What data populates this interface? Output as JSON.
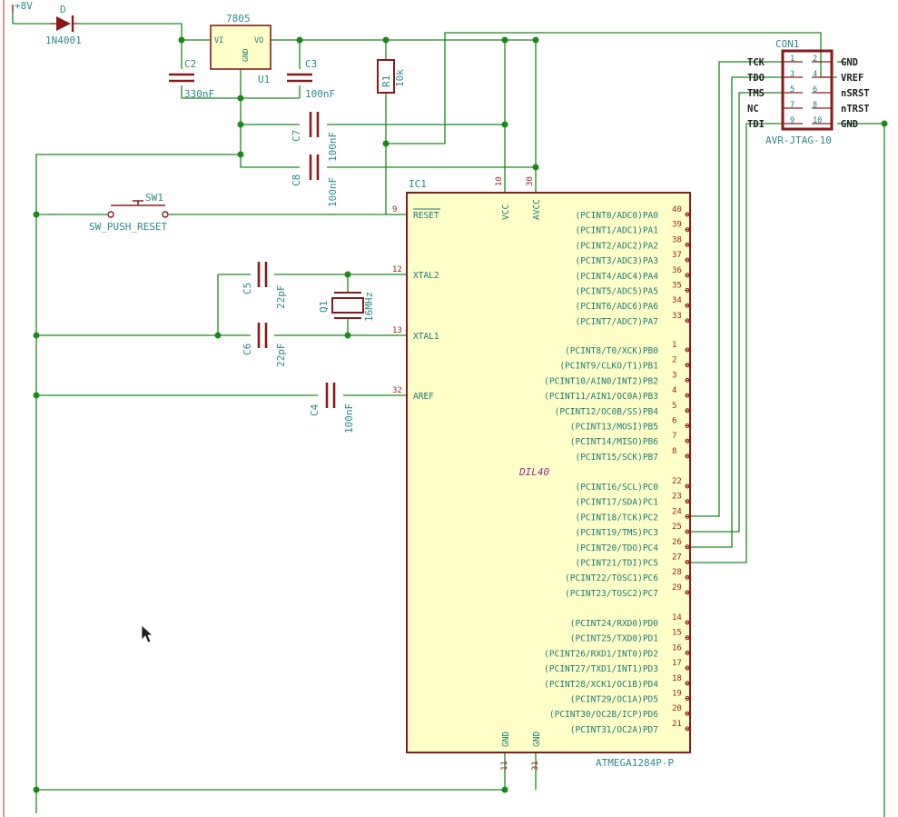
{
  "power": {
    "label": "+8V"
  },
  "diode": {
    "ref": "D",
    "value": "1N4001"
  },
  "regulator": {
    "ref": "U1",
    "value": "7805",
    "pin_vi": "VI",
    "pin_vo": "VO",
    "pin_gnd": "GND"
  },
  "caps": [
    {
      "ref": "C2",
      "value": "330nF"
    },
    {
      "ref": "C3",
      "value": "100nF"
    },
    {
      "ref": "C7",
      "value": "100nF"
    },
    {
      "ref": "C8",
      "value": "100nF"
    },
    {
      "ref": "C5",
      "value": "22pF"
    },
    {
      "ref": "C6",
      "value": "22pF"
    },
    {
      "ref": "C4",
      "value": "100nF"
    }
  ],
  "resistor": {
    "ref": "R1",
    "value": "10k"
  },
  "switch": {
    "ref": "SW1",
    "value": "SW_PUSH_RESET"
  },
  "crystal": {
    "ref": "Q1",
    "value": "16MHz"
  },
  "ic": {
    "ref": "IC1",
    "value": "ATMEGA1284P-P",
    "package": "DIL40",
    "top_pins": [
      {
        "num": "10",
        "name": "VCC"
      },
      {
        "num": "30",
        "name": "AVCC"
      }
    ],
    "bottom_pins": [
      {
        "num": "11",
        "name": "GND"
      },
      {
        "num": "31",
        "name": "GND"
      }
    ],
    "left_pins": [
      {
        "num": "9",
        "name": "RESET"
      },
      {
        "num": "12",
        "name": "XTAL2"
      },
      {
        "num": "13",
        "name": "XTAL1"
      },
      {
        "num": "32",
        "name": "AREF"
      }
    ],
    "right_pins": [
      {
        "num": "40",
        "name": "(PCINT0/ADC0)PA0"
      },
      {
        "num": "39",
        "name": "(PCINT1/ADC1)PA1"
      },
      {
        "num": "38",
        "name": "(PCINT2/ADC2)PA2"
      },
      {
        "num": "37",
        "name": "(PCINT3/ADC3)PA3"
      },
      {
        "num": "36",
        "name": "(PCINT4/ADC4)PA4"
      },
      {
        "num": "35",
        "name": "(PCINT5/ADC5)PA5"
      },
      {
        "num": "34",
        "name": "(PCINT6/ADC6)PA6"
      },
      {
        "num": "33",
        "name": "(PCINT7/ADC7)PA7"
      },
      {
        "num": "1",
        "name": "(PCINT8/T0/XCK)PB0"
      },
      {
        "num": "2",
        "name": "(PCINT9/CLKO/T1)PB1"
      },
      {
        "num": "3",
        "name": "(PCINT10/AIN0/INT2)PB2"
      },
      {
        "num": "4",
        "name": "(PCINT11/AIN1/OC0A)PB3"
      },
      {
        "num": "5",
        "name": "(PCINT12/OC0B/SS)PB4"
      },
      {
        "num": "6",
        "name": "(PCINT13/MOSI)PB5"
      },
      {
        "num": "7",
        "name": "(PCINT14/MISO)PB6"
      },
      {
        "num": "8",
        "name": "(PCINT15/SCK)PB7"
      },
      {
        "num": "22",
        "name": "(PCINT16/SCL)PC0"
      },
      {
        "num": "23",
        "name": "(PCINT17/SDA)PC1"
      },
      {
        "num": "24",
        "name": "(PCINT18/TCK)PC2"
      },
      {
        "num": "25",
        "name": "(PCINT19/TMS)PC3"
      },
      {
        "num": "26",
        "name": "(PCINT20/TDO)PC4"
      },
      {
        "num": "27",
        "name": "(PCINT21/TDI)PC5"
      },
      {
        "num": "28",
        "name": "(PCINT22/TOSC1)PC6"
      },
      {
        "num": "29",
        "name": "(PCINT23/TOSC2)PC7"
      },
      {
        "num": "14",
        "name": "(PCINT24/RXD0)PD0"
      },
      {
        "num": "15",
        "name": "(PCINT25/TXD0)PD1"
      },
      {
        "num": "16",
        "name": "(PCINT26/RXD1/INT0)PD2"
      },
      {
        "num": "17",
        "name": "(PCINT27/TXD1/INT1)PD3"
      },
      {
        "num": "18",
        "name": "(PCINT28/XCK1/OC1B)PD4"
      },
      {
        "num": "19",
        "name": "(PCINT29/OC1A)PD5"
      },
      {
        "num": "20",
        "name": "(PCINT30/OC2B/ICP)PD6"
      },
      {
        "num": "21",
        "name": "(PCINT31/OC2A)PD7"
      }
    ]
  },
  "jtag": {
    "ref": "CON1",
    "value": "AVR-JTAG-10",
    "left_labels": [
      "TCK",
      "TDO",
      "TMS",
      "NC",
      "TDI"
    ],
    "right_labels": [
      "GND",
      "VREF",
      "nSRST",
      "nTRST",
      "GND"
    ],
    "pin_numbers": [
      [
        "1",
        "2"
      ],
      [
        "3",
        "4"
      ],
      [
        "5",
        "6"
      ],
      [
        "7",
        "8"
      ],
      [
        "9",
        "10"
      ]
    ]
  },
  "colors": {
    "wire": "#1a8a1a",
    "component": "#8a1a1a",
    "ic_fill": "#ffffc8",
    "text": "#2c8a8a"
  }
}
